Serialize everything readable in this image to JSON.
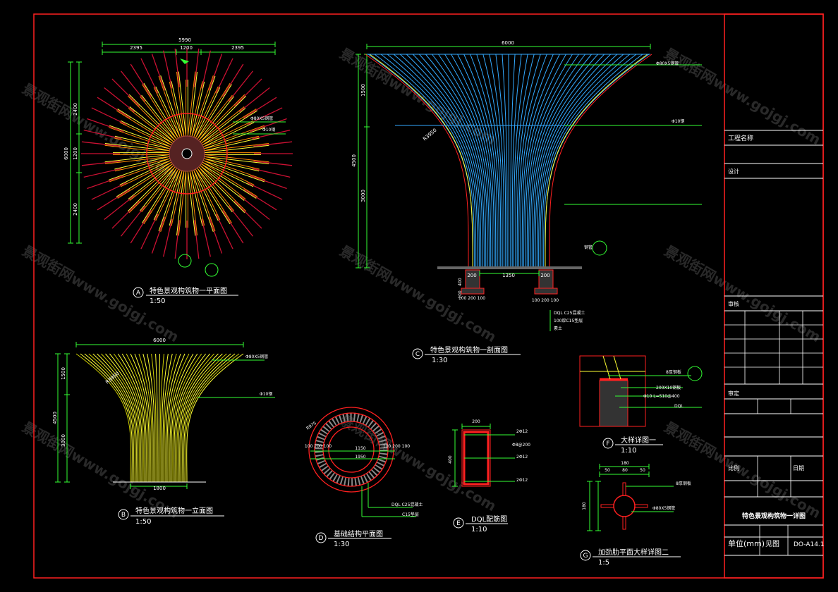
{
  "drawing": {
    "background": "#000000",
    "colors": {
      "frame": "#ff2020",
      "dimension": "#33ff33",
      "rod_yellow": "#ffff33",
      "rod_blue": "#33aaff",
      "rod_red": "#cc1133"
    },
    "watermark": "景观街网www.gojgj.com"
  },
  "views": {
    "A": {
      "letter": "A",
      "title": "特色景观构筑物一平面图",
      "scale": "1:50",
      "dims": {
        "total": "5990",
        "left": "2395",
        "mid": "1200",
        "right": "2395",
        "v_top": "2400",
        "v_mid": "1200",
        "v_bot": "2400",
        "v_total": "6000"
      },
      "notes": [
        "Φ80X5钢管",
        "Φ10钢"
      ]
    },
    "B": {
      "letter": "B",
      "title": "特色景观构筑物一立面图",
      "scale": "1:50",
      "dims": {
        "top": "6000",
        "bottom": "1800",
        "v_top": "1500",
        "v_total": "4500",
        "v_bot": "3000",
        "radius": "R3950"
      },
      "notes": [
        "Φ80X5钢管",
        "Φ10钢"
      ]
    },
    "C": {
      "letter": "C",
      "title": "特色景观构筑物一剖面图",
      "scale": "1:30",
      "dims": {
        "top": "6000",
        "v_top": "1500",
        "v_total": "4500",
        "v_bot": "3000",
        "radius": "R3950",
        "span": "1350",
        "col_l": "200",
        "col_r": "200",
        "h1": "400",
        "h2": "100",
        "base_l": "100 200 100",
        "base_r": "100 200 100"
      },
      "notes": [
        "Φ80X5钢管",
        "Φ10钢",
        "钢管",
        "DQL C25混凝土",
        "100厚C15垫层",
        "素土"
      ]
    },
    "D": {
      "letter": "D",
      "title": "基础结构平面图",
      "scale": "1:30",
      "dims": {
        "radius": "R975",
        "inner": "1150",
        "outer": "1950",
        "left": "100 200 100",
        "right": "100 200 100"
      },
      "notes": [
        "DQL C25混凝土",
        "C15垫层"
      ]
    },
    "E": {
      "letter": "E",
      "title": "DQL配筋图",
      "scale": "1:10",
      "dims": {
        "width": "200",
        "height": "400"
      },
      "notes": [
        "2Φ12",
        "Φ8@200",
        "2Φ12",
        "2Φ12"
      ]
    },
    "F": {
      "letter": "F",
      "title": "大样详图一",
      "scale": "1:10",
      "notes": [
        "8厚钢板",
        "200X10钢板",
        "Φ10 L=510@400",
        "DQL"
      ]
    },
    "G": {
      "letter": "G",
      "title": "加劲肋平面大样详图二",
      "scale": "1:5",
      "dims": {
        "total": "180",
        "a": "50",
        "b": "80",
        "c": "50"
      },
      "notes": [
        "8厚钢板",
        "Φ80X5钢管"
      ]
    }
  },
  "title_block": {
    "project": "工程名称",
    "drawing_name": "特色景观构筑物一详图",
    "unit_label": "单位(mm)",
    "scale_label": "比例",
    "scale_value": "见图",
    "drawing_no": "DO-A14.1",
    "date_label": "日期",
    "design_label": "设计",
    "check_label": "审核",
    "approve_label": "审定"
  }
}
